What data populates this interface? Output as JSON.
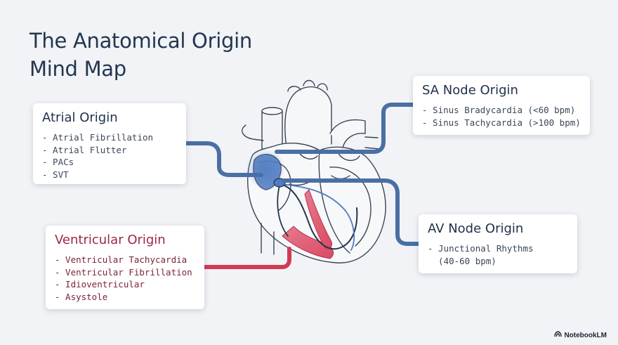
{
  "title": {
    "line1": "The Anatomical Origin",
    "line2": "Mind Map"
  },
  "branches": {
    "atrial": {
      "heading": "Atrial Origin",
      "items": [
        "- Atrial Fibrillation",
        "- Atrial Flutter",
        "- PACs",
        "- SVT"
      ]
    },
    "sa_node": {
      "heading": "SA Node Origin",
      "items": [
        "- Sinus Bradycardia (<60 bpm)",
        "- Sinus Tachycardia (>100 bpm)"
      ]
    },
    "ventricular": {
      "heading": "Ventricular Origin",
      "items": [
        "- Ventricular Tachycardia",
        "- Ventricular Fibrillation",
        "- Idioventricular",
        "- Asystole"
      ]
    },
    "av_node": {
      "heading": "AV Node Origin",
      "items": [
        "- Junctional Rhythms",
        "  (40-60 bpm)"
      ]
    }
  },
  "colors": {
    "background": "#f1f3f6",
    "connector_blue": "#4a6fa5",
    "connector_red": "#d23a55",
    "ventricular_text": "#9c2746",
    "node_blue": "#4f7bc0"
  },
  "branding": {
    "icon": "notebooklm-icon",
    "label": "NotebookLM"
  }
}
